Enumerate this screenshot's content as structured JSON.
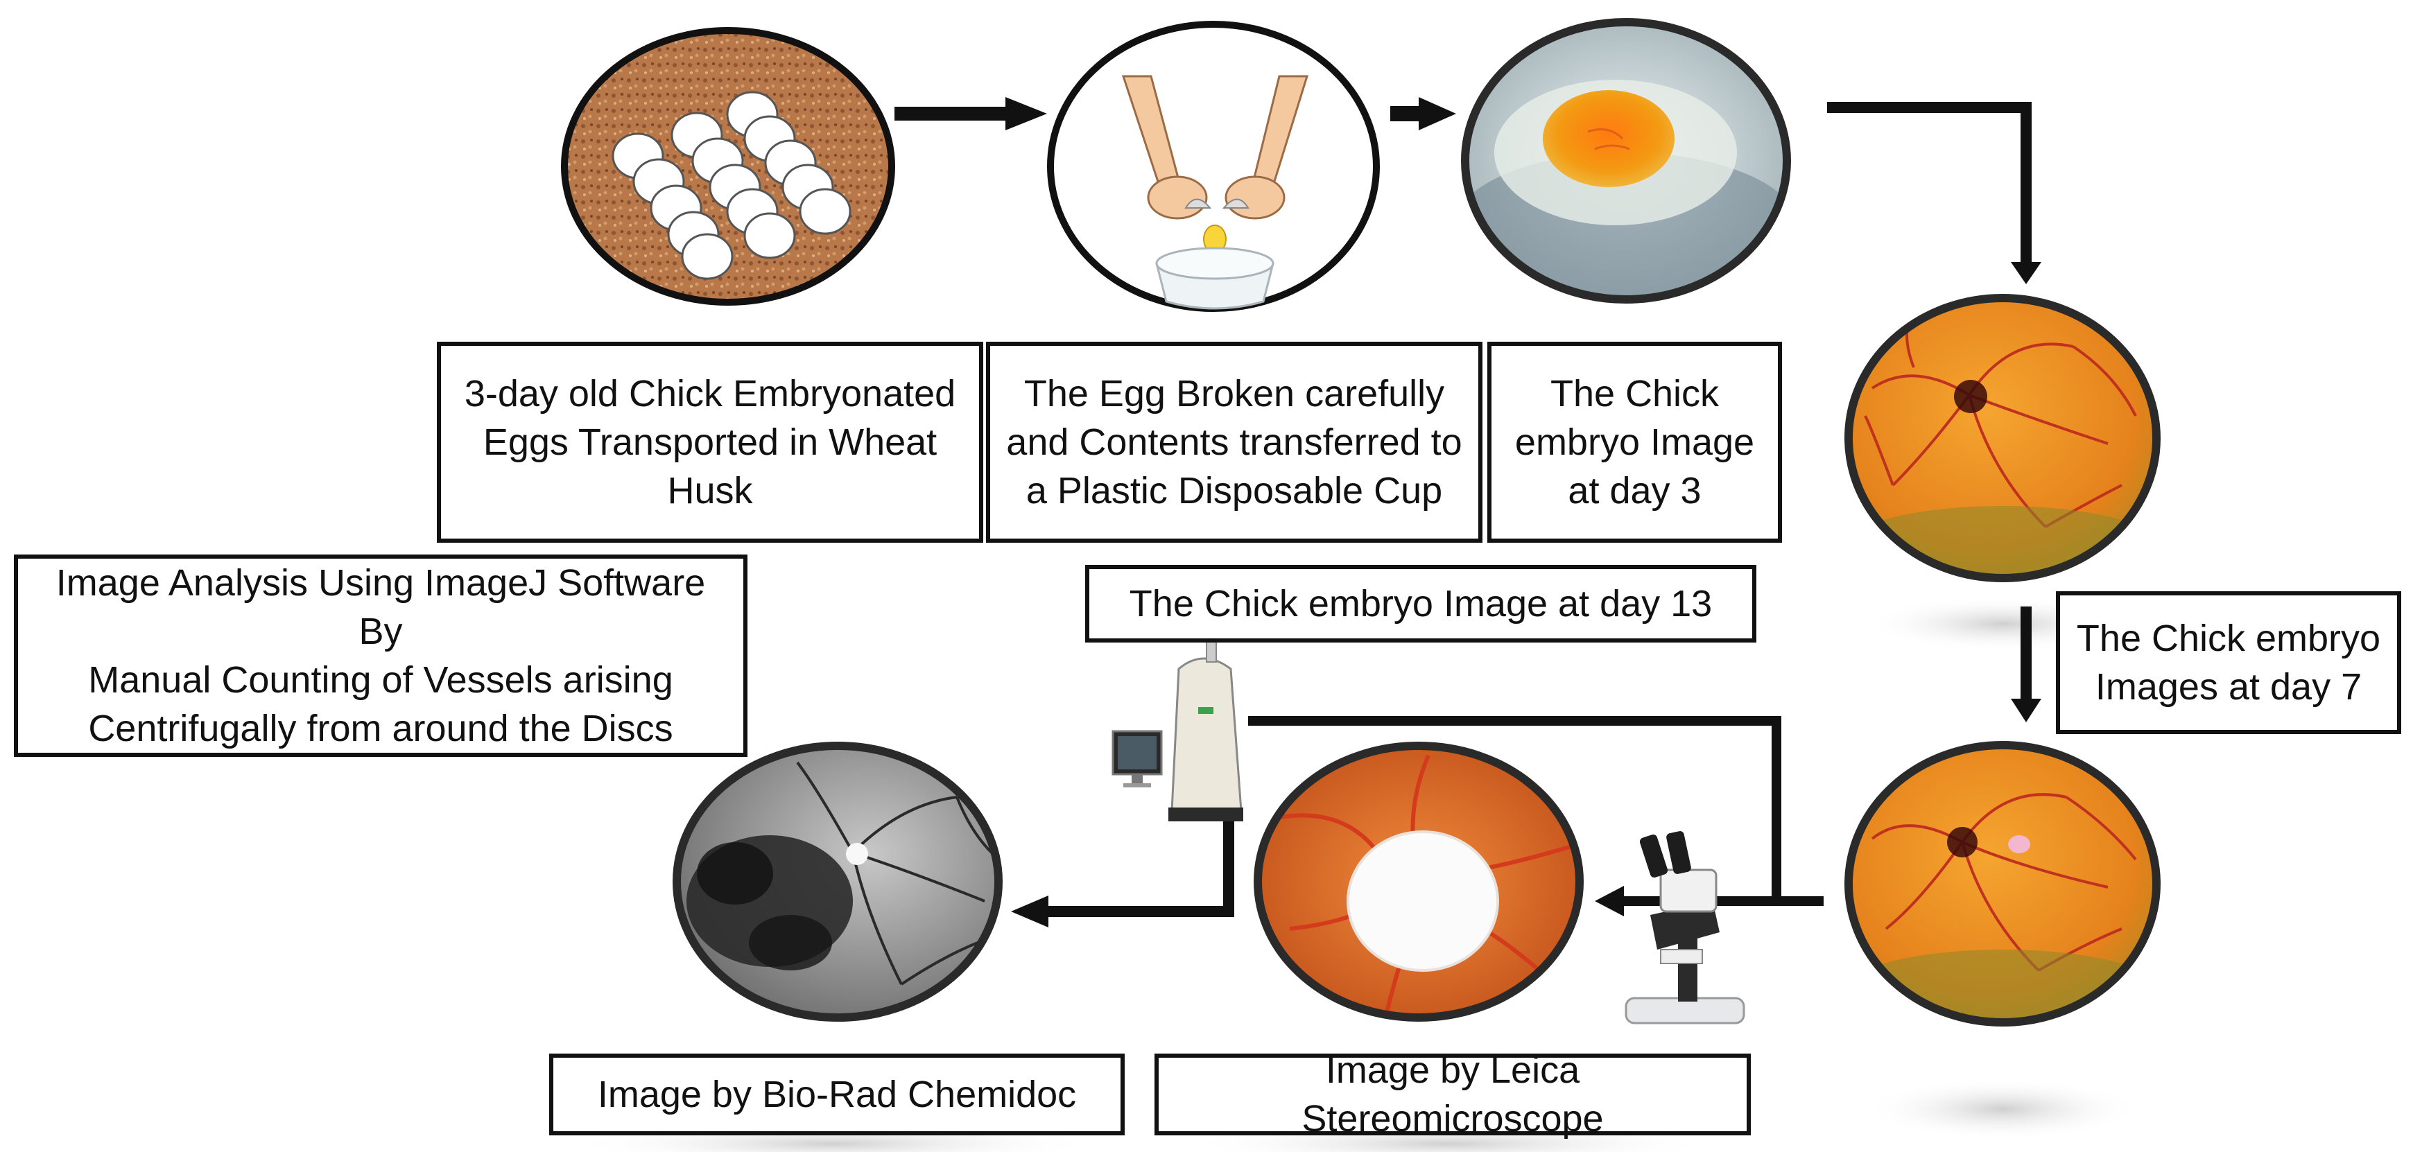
{
  "diagram": {
    "labels": {
      "eggs_transported": "3-day old Chick Embryonated\nEggs Transported in Wheat\nHusk",
      "egg_broken": "The Egg Broken carefully\nand Contents transferred to\na Plastic Disposable Cup",
      "embryo_day3": "The Chick\nembryo Image\nat day 3",
      "embryo_day13": "The Chick embryo  Image at day 13",
      "embryo_day7": "The Chick embryo\nImages at day 7",
      "image_analysis": "Image Analysis Using ImageJ Software By\nManual Counting of Vessels arising\nCentrifugally from around  the Discs",
      "biorad": "Image by Bio-Rad Chemidoc",
      "leica": "Image by Leica Stereomicroscope"
    },
    "images": {
      "eggs": "eggs-in-wheat-husk",
      "hands": "hands-breaking-egg",
      "cup": "egg-in-plastic-cup",
      "day7_plain": "chick-embryo-day-7",
      "day7_disc": "chick-embryo-day-7-with-disc",
      "leica": "stereomicroscope-disc-image",
      "biorad": "chemidoc-grayscale-image",
      "microscope": "leica-stereomicroscope-device",
      "chemidoc": "bio-rad-chemidoc-device"
    },
    "colors": {
      "arrow": "#111111",
      "husk": "#b8784a",
      "yolk": "#f39a12",
      "embryo_bg": "#e98a22",
      "vessel": "#c0311f"
    }
  }
}
